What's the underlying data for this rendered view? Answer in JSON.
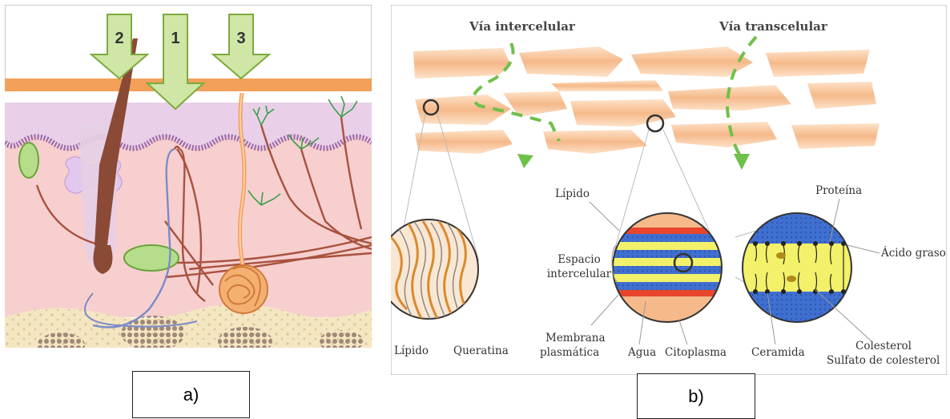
{
  "panel_a": {
    "arrows": [
      "2",
      "1",
      "3"
    ],
    "caption": "a)"
  },
  "panel_b": {
    "route_left": "Vía intercelular",
    "route_right": "Vía transcelular",
    "labels": {
      "lipido_top": "Lípido",
      "espacio_line1": "Espacio",
      "espacio_line2": "intercelular",
      "proteina": "Proteína",
      "acido_graso": "Ácido graso",
      "lipido_bottom": "Lípido",
      "queratina": "Queratina",
      "membrana_line1": "Membrana",
      "membrana_line2": "plasmática",
      "agua": "Agua",
      "citoplasma": "Citoplasma",
      "ceramida": "Ceramida",
      "colesterol": "Colesterol",
      "sulfato": "Sulfato de colesterol"
    },
    "caption": "b)"
  },
  "colors": {
    "epidermis_top": "#f2a05a",
    "dermis": "#f7cfcf",
    "epidermis_purple": "#e9cfe8",
    "arrow_fill": "#cfe6a6",
    "arrow_stroke": "#7daa3c",
    "path_green": "#5fbf3a",
    "band_blue": "#3f6fd0",
    "band_yellow": "#f3f06a",
    "band_red": "#e8452c"
  }
}
